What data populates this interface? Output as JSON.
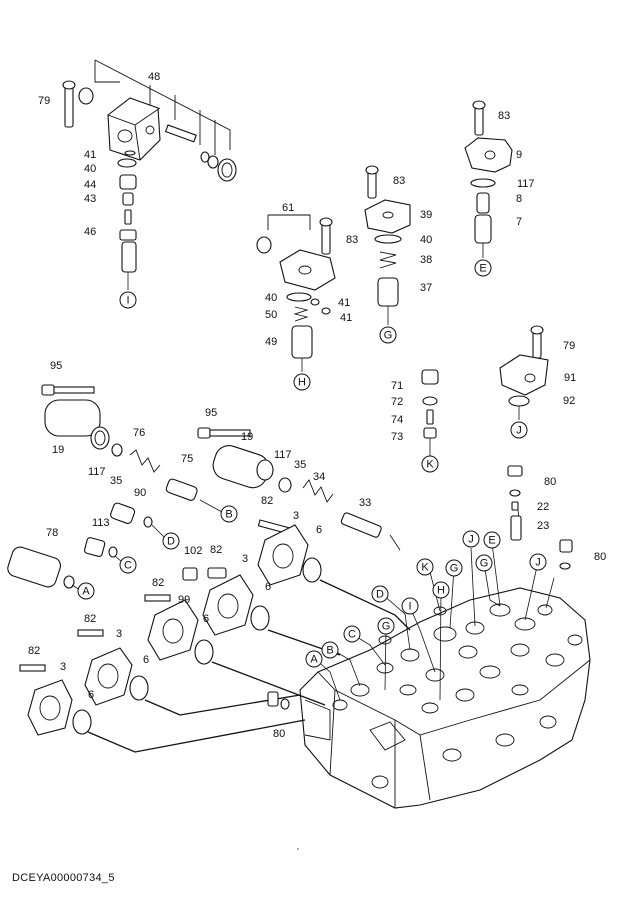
{
  "drawing_code": "DCEYA00000734_5",
  "part_labels": [
    {
      "id": "p48",
      "text": "48"
    },
    {
      "id": "p79a",
      "text": "79"
    },
    {
      "id": "p41a",
      "text": "41"
    },
    {
      "id": "p40a",
      "text": "40"
    },
    {
      "id": "p44",
      "text": "44"
    },
    {
      "id": "p43",
      "text": "43"
    },
    {
      "id": "p46",
      "text": "46"
    },
    {
      "id": "p83a",
      "text": "83"
    },
    {
      "id": "p9",
      "text": "9"
    },
    {
      "id": "p117a",
      "text": "117"
    },
    {
      "id": "p8",
      "text": "8"
    },
    {
      "id": "p7",
      "text": "7"
    },
    {
      "id": "p83b",
      "text": "83"
    },
    {
      "id": "p39",
      "text": "39"
    },
    {
      "id": "p40b",
      "text": "40"
    },
    {
      "id": "p38",
      "text": "38"
    },
    {
      "id": "p37",
      "text": "37"
    },
    {
      "id": "p61",
      "text": "61"
    },
    {
      "id": "p83c",
      "text": "83"
    },
    {
      "id": "p40c",
      "text": "40"
    },
    {
      "id": "p41b",
      "text": "41"
    },
    {
      "id": "p50",
      "text": "50"
    },
    {
      "id": "p41c",
      "text": "41"
    },
    {
      "id": "p49",
      "text": "49"
    },
    {
      "id": "p79b",
      "text": "79"
    },
    {
      "id": "p91",
      "text": "91"
    },
    {
      "id": "p92",
      "text": "92"
    },
    {
      "id": "p71",
      "text": "71"
    },
    {
      "id": "p72",
      "text": "72"
    },
    {
      "id": "p74",
      "text": "74"
    },
    {
      "id": "p73",
      "text": "73"
    },
    {
      "id": "p95a",
      "text": "95"
    },
    {
      "id": "p19a",
      "text": "19"
    },
    {
      "id": "p117b",
      "text": "117"
    },
    {
      "id": "p76",
      "text": "76"
    },
    {
      "id": "p35a",
      "text": "35"
    },
    {
      "id": "p75",
      "text": "75"
    },
    {
      "id": "p95b",
      "text": "95"
    },
    {
      "id": "p19b",
      "text": "19"
    },
    {
      "id": "p117c",
      "text": "117"
    },
    {
      "id": "p35b",
      "text": "35"
    },
    {
      "id": "p34",
      "text": "34"
    },
    {
      "id": "p90",
      "text": "90"
    },
    {
      "id": "p82a",
      "text": "82"
    },
    {
      "id": "p3a",
      "text": "3"
    },
    {
      "id": "p33",
      "text": "33"
    },
    {
      "id": "p6a",
      "text": "6"
    },
    {
      "id": "p113",
      "text": "113"
    },
    {
      "id": "p78",
      "text": "78"
    },
    {
      "id": "p102",
      "text": "102"
    },
    {
      "id": "p82b",
      "text": "82"
    },
    {
      "id": "p3b",
      "text": "3"
    },
    {
      "id": "p82c",
      "text": "82"
    },
    {
      "id": "p99",
      "text": "99"
    },
    {
      "id": "p6b",
      "text": "6"
    },
    {
      "id": "p6c",
      "text": "6"
    },
    {
      "id": "p82d",
      "text": "82"
    },
    {
      "id": "p3c",
      "text": "3"
    },
    {
      "id": "p6d",
      "text": "6"
    },
    {
      "id": "p82e",
      "text": "82"
    },
    {
      "id": "p3d",
      "text": "3"
    },
    {
      "id": "p6e",
      "text": "6"
    },
    {
      "id": "p80a",
      "text": "80"
    },
    {
      "id": "p22",
      "text": "22"
    },
    {
      "id": "p23",
      "text": "23"
    },
    {
      "id": "p80b",
      "text": "80"
    },
    {
      "id": "p80c",
      "text": "80"
    }
  ],
  "ref_markers": [
    {
      "id": "mI1",
      "text": "I"
    },
    {
      "id": "mE1",
      "text": "E"
    },
    {
      "id": "mG1",
      "text": "G"
    },
    {
      "id": "mH1",
      "text": "H"
    },
    {
      "id": "mJ1",
      "text": "J"
    },
    {
      "id": "mK1",
      "text": "K"
    },
    {
      "id": "mB1",
      "text": "B"
    },
    {
      "id": "mD1",
      "text": "D"
    },
    {
      "id": "mC1",
      "text": "C"
    },
    {
      "id": "mA1",
      "text": "A"
    },
    {
      "id": "mJ2",
      "text": "J"
    },
    {
      "id": "mE2",
      "text": "E"
    },
    {
      "id": "mG2",
      "text": "G"
    },
    {
      "id": "mG3",
      "text": "G"
    },
    {
      "id": "mJ3",
      "text": "J"
    },
    {
      "id": "mK2",
      "text": "K"
    },
    {
      "id": "mH2",
      "text": "H"
    },
    {
      "id": "mD2",
      "text": "D"
    },
    {
      "id": "mI2",
      "text": "I"
    },
    {
      "id": "mC2",
      "text": "C"
    },
    {
      "id": "mG4",
      "text": "G"
    },
    {
      "id": "mB2",
      "text": "B"
    },
    {
      "id": "mA2",
      "text": "A"
    }
  ]
}
